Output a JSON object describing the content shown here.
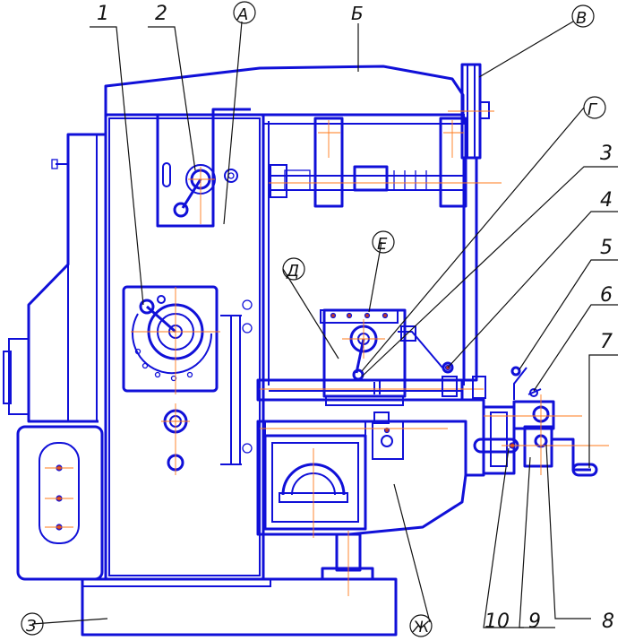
{
  "diagram": {
    "labels": {
      "n1": "1",
      "n2": "2",
      "n3": "3",
      "n4": "4",
      "n5": "5",
      "n6": "6",
      "n7": "7",
      "n8": "8",
      "n9": "9",
      "n10": "10",
      "A": "А",
      "B": "Б",
      "V": "В",
      "G": "Г",
      "D": "Д",
      "E": "Е",
      "Z": "З",
      "Zh": "Ж"
    },
    "colors": {
      "outline": "#1010d8",
      "centerline": "#ff7a1a",
      "leader": "#111111",
      "accent": "#c0392b"
    }
  }
}
